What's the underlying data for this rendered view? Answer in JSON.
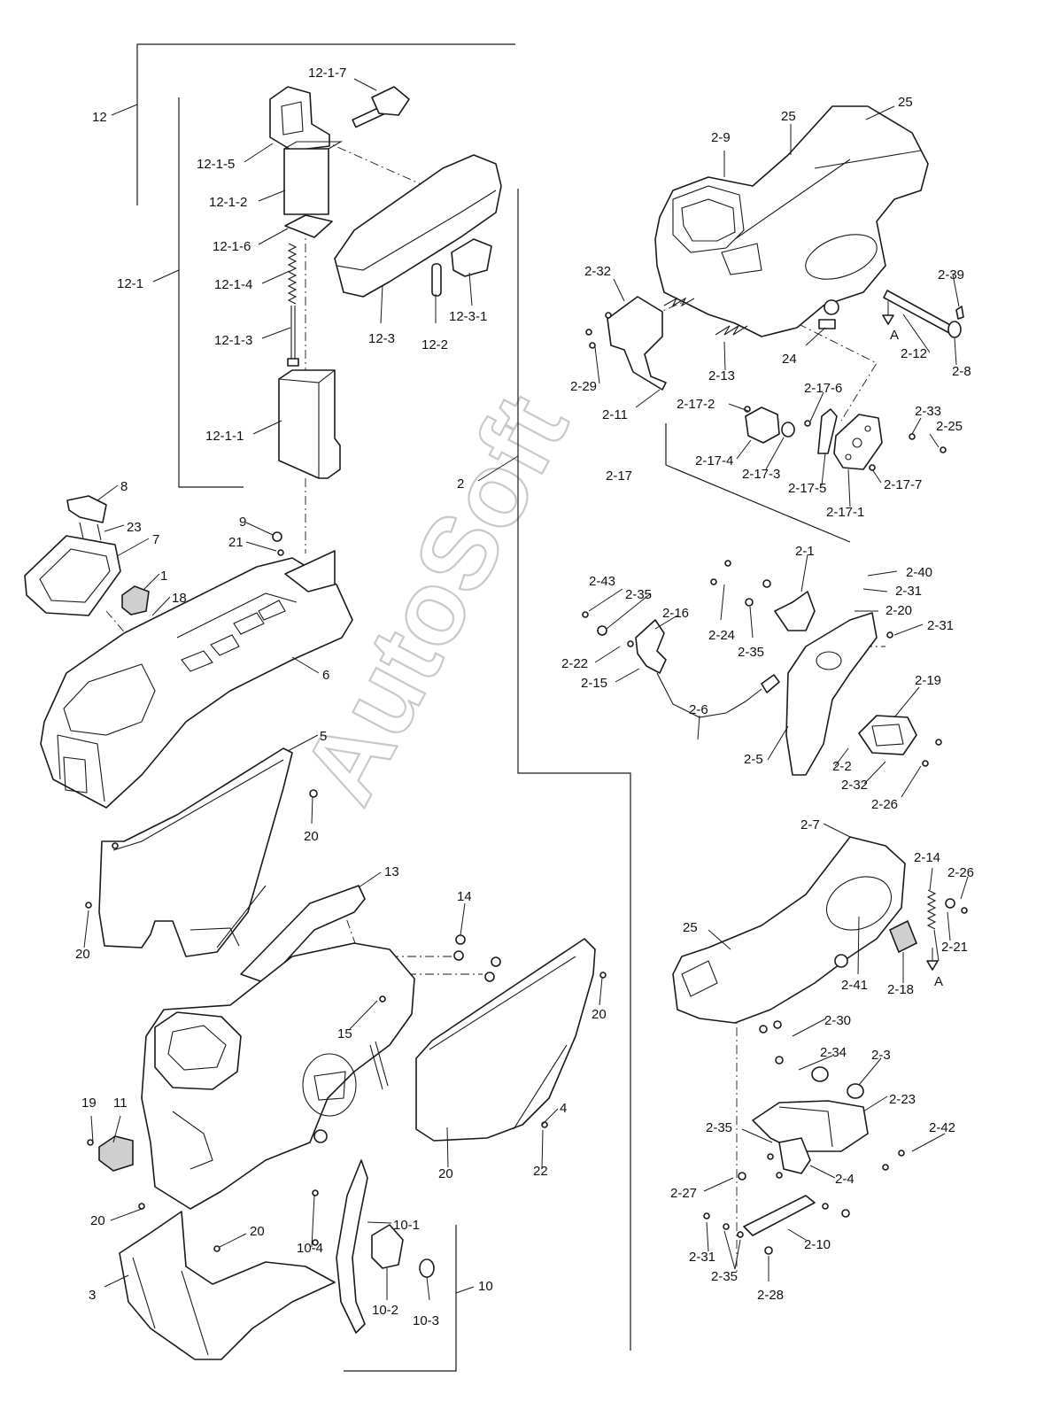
{
  "watermark": "AutoSoft",
  "labels": {
    "l12": "12",
    "l12_1": "12-1",
    "l12_1_1": "12-1-1",
    "l12_1_2": "12-1-2",
    "l12_1_3": "12-1-3",
    "l12_1_4": "12-1-4",
    "l12_1_5": "12-1-5",
    "l12_1_6": "12-1-6",
    "l12_1_7": "12-1-7",
    "l12_2": "12-2",
    "l12_3": "12-3",
    "l12_3_1": "12-3-1",
    "l1": "1",
    "l2": "2",
    "l3": "3",
    "l4": "4",
    "l5": "5",
    "l6": "6",
    "l7": "7",
    "l8": "8",
    "l9": "9",
    "l10": "10",
    "l10_1": "10-1",
    "l10_2": "10-2",
    "l10_3": "10-3",
    "l10_4": "10-4",
    "l11": "11",
    "l13": "13",
    "l14": "14",
    "l15": "15",
    "l18": "18",
    "l19": "19",
    "l20": "20",
    "l21": "21",
    "l22": "22",
    "l23": "23",
    "l24": "24",
    "l25": "25",
    "l2_1": "2-1",
    "l2_2": "2-2",
    "l2_3": "2-3",
    "l2_4": "2-4",
    "l2_5": "2-5",
    "l2_6": "2-6",
    "l2_7": "2-7",
    "l2_8": "2-8",
    "l2_9": "2-9",
    "l2_10": "2-10",
    "l2_11": "2-11",
    "l2_12": "2-12",
    "l2_13": "2-13",
    "l2_14": "2-14",
    "l2_15": "2-15",
    "l2_16": "2-16",
    "l2_17": "2-17",
    "l2_17_1": "2-17-1",
    "l2_17_2": "2-17-2",
    "l2_17_3": "2-17-3",
    "l2_17_4": "2-17-4",
    "l2_17_5": "2-17-5",
    "l2_17_6": "2-17-6",
    "l2_17_7": "2-17-7",
    "l2_18": "2-18",
    "l2_19": "2-19",
    "l2_20": "2-20",
    "l2_21": "2-21",
    "l2_22": "2-22",
    "l2_23": "2-23",
    "l2_24": "2-24",
    "l2_25": "2-25",
    "l2_26": "2-26",
    "l2_27": "2-27",
    "l2_28": "2-28",
    "l2_29": "2-29",
    "l2_30": "2-30",
    "l2_31": "2-31",
    "l2_32": "2-32",
    "l2_33": "2-33",
    "l2_34": "2-34",
    "l2_35": "2-35",
    "l2_39": "2-39",
    "l2_40": "2-40",
    "l2_41": "2-41",
    "l2_42": "2-42",
    "l2_43": "2-43",
    "arrowA": "A"
  }
}
